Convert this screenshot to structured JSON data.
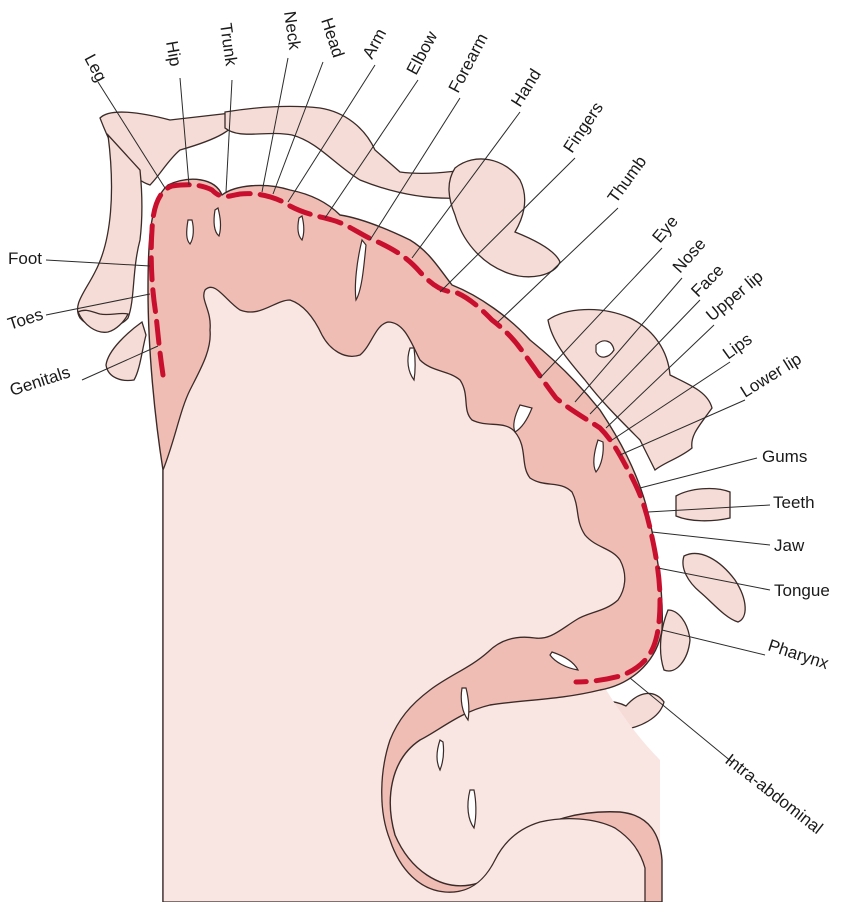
{
  "colors": {
    "map_line": "#c8102e",
    "cortex": "#f0bdb5",
    "white_matter": "#f9e6e2",
    "body": "#f6dcd6",
    "outline": "#3a2a28"
  },
  "labels": {
    "leg": "Leg",
    "hip": "Hip",
    "trunk": "Trunk",
    "neck": "Neck",
    "head": "Head",
    "arm": "Arm",
    "elbow": "Elbow",
    "forearm": "Forearm",
    "hand": "Hand",
    "fingers": "Fingers",
    "thumb": "Thumb",
    "eye": "Eye",
    "nose": "Nose",
    "face": "Face",
    "upper_lip": "Upper lip",
    "lips": "Lips",
    "lower_lip": "Lower lip",
    "gums": "Gums",
    "teeth": "Teeth",
    "jaw": "Jaw",
    "tongue": "Tongue",
    "pharynx": "Pharynx",
    "intra_abdominal": "Intra-abdominal",
    "foot": "Foot",
    "toes": "Toes",
    "genitals": "Genitals"
  }
}
